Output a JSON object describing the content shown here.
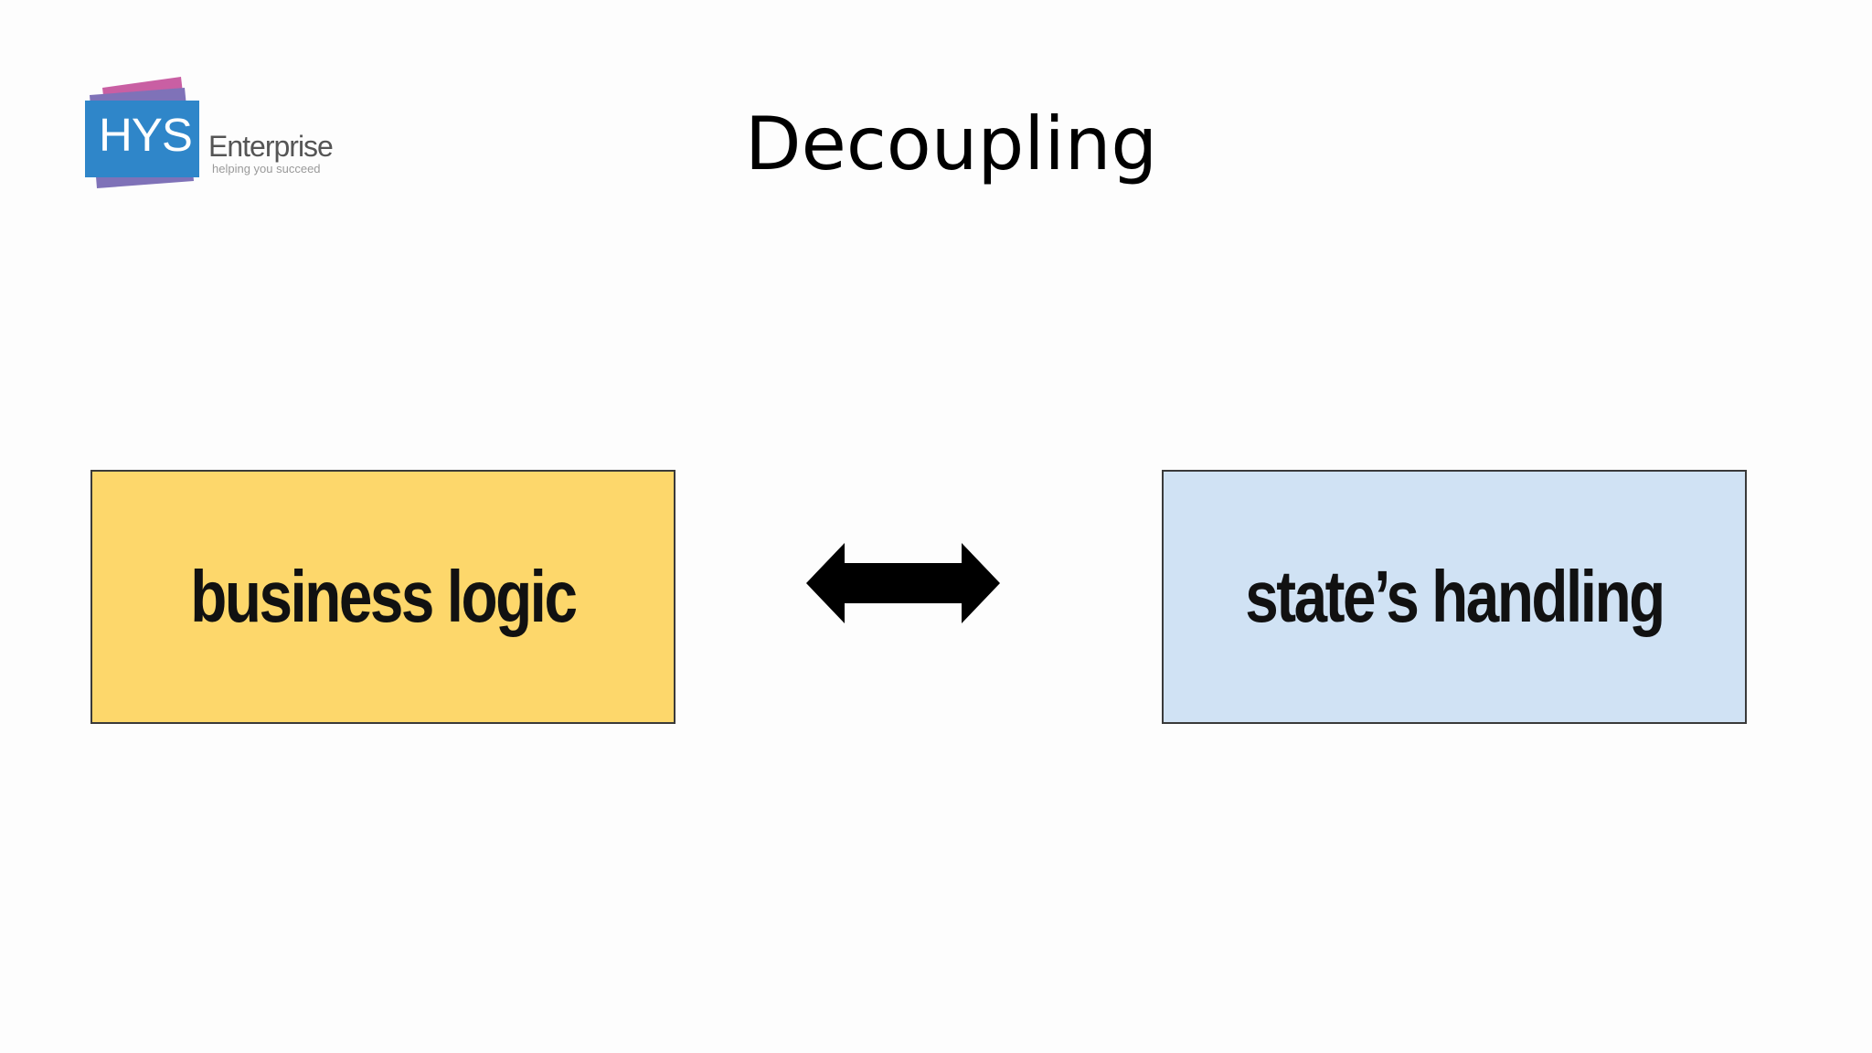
{
  "logo": {
    "mark_text": "HYS",
    "word": "Enterprise",
    "tagline": "helping you succeed",
    "colors": {
      "blue": "#2f86c9",
      "purple": "#7f72b8",
      "pink": "#c95fa3"
    }
  },
  "title": "Decoupling",
  "diagram": {
    "left_box": {
      "label": "business logic",
      "fill": "#fdd76b"
    },
    "connector": {
      "icon": "double-headed-arrow-icon",
      "color": "#000000"
    },
    "right_box": {
      "label": "state’s handling",
      "fill": "#d0e2f4"
    }
  }
}
